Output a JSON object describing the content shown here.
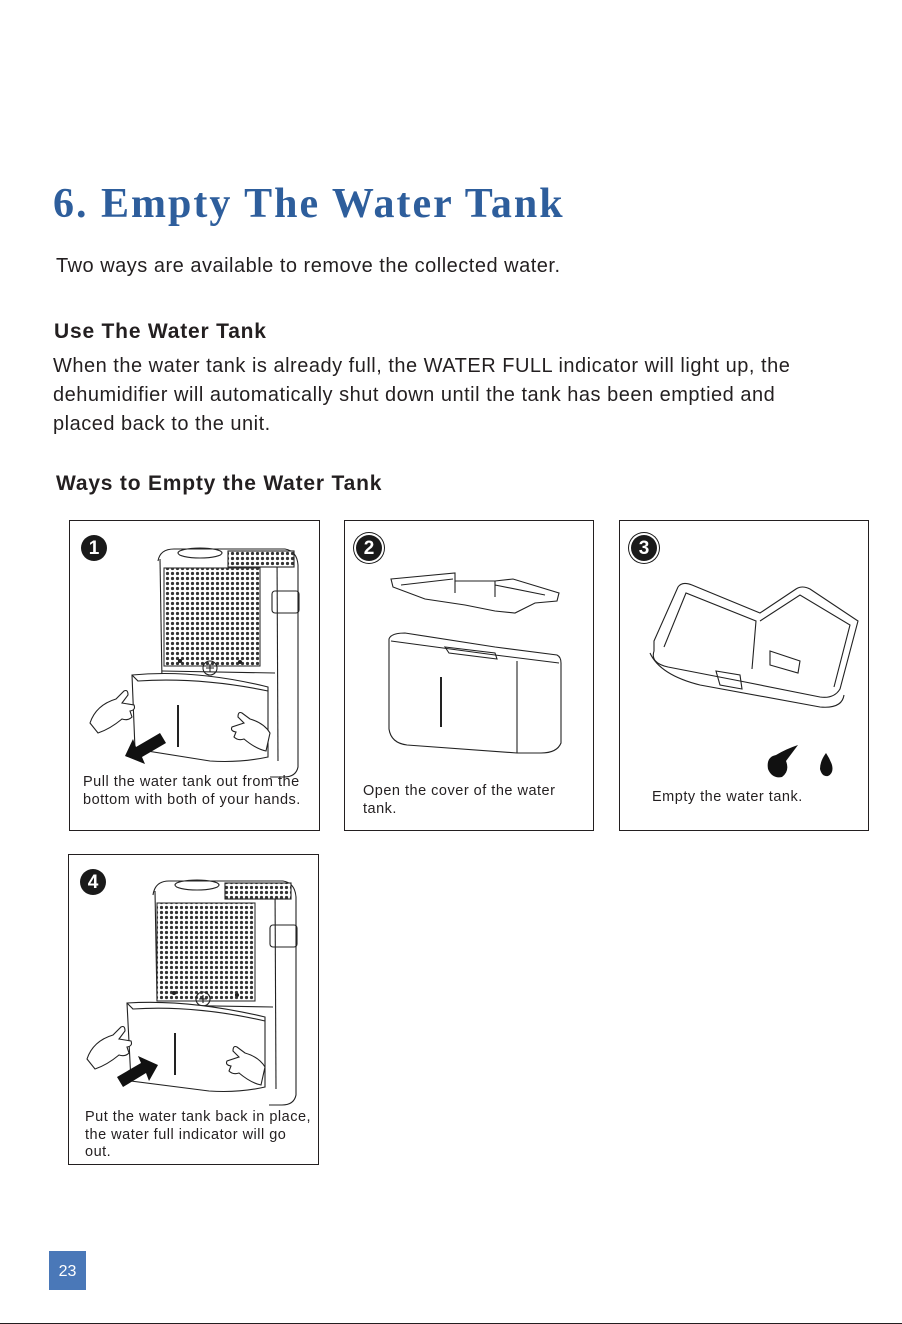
{
  "title": "6. Empty The Water Tank",
  "intro": "Two ways are available to remove the collected water.",
  "section_use": {
    "heading": "Use The Water Tank",
    "body": "When the water tank is already full, the WATER FULL indicator will light up, the dehumidifier will automatically shut down until the tank has been emptied and placed back to the unit."
  },
  "section_ways": {
    "heading": "Ways to Empty the Water Tank"
  },
  "steps": [
    {
      "number": "1",
      "caption": "Pull the water tank out from the bottom with both of your hands."
    },
    {
      "number": "2",
      "caption": "Open the cover of the water tank."
    },
    {
      "number": "3",
      "caption": "Empty the water tank."
    },
    {
      "number": "4",
      "caption": "Put the water tank back in place, the water full indicator will go out."
    }
  ],
  "page_number": "23",
  "colors": {
    "title": "#2e5e9c",
    "page_badge": "#4a78b8",
    "text": "#231f20"
  },
  "icons": [
    "dehumidifier-illustration",
    "hand-icon",
    "arrow-icon",
    "water-drop-icon"
  ]
}
